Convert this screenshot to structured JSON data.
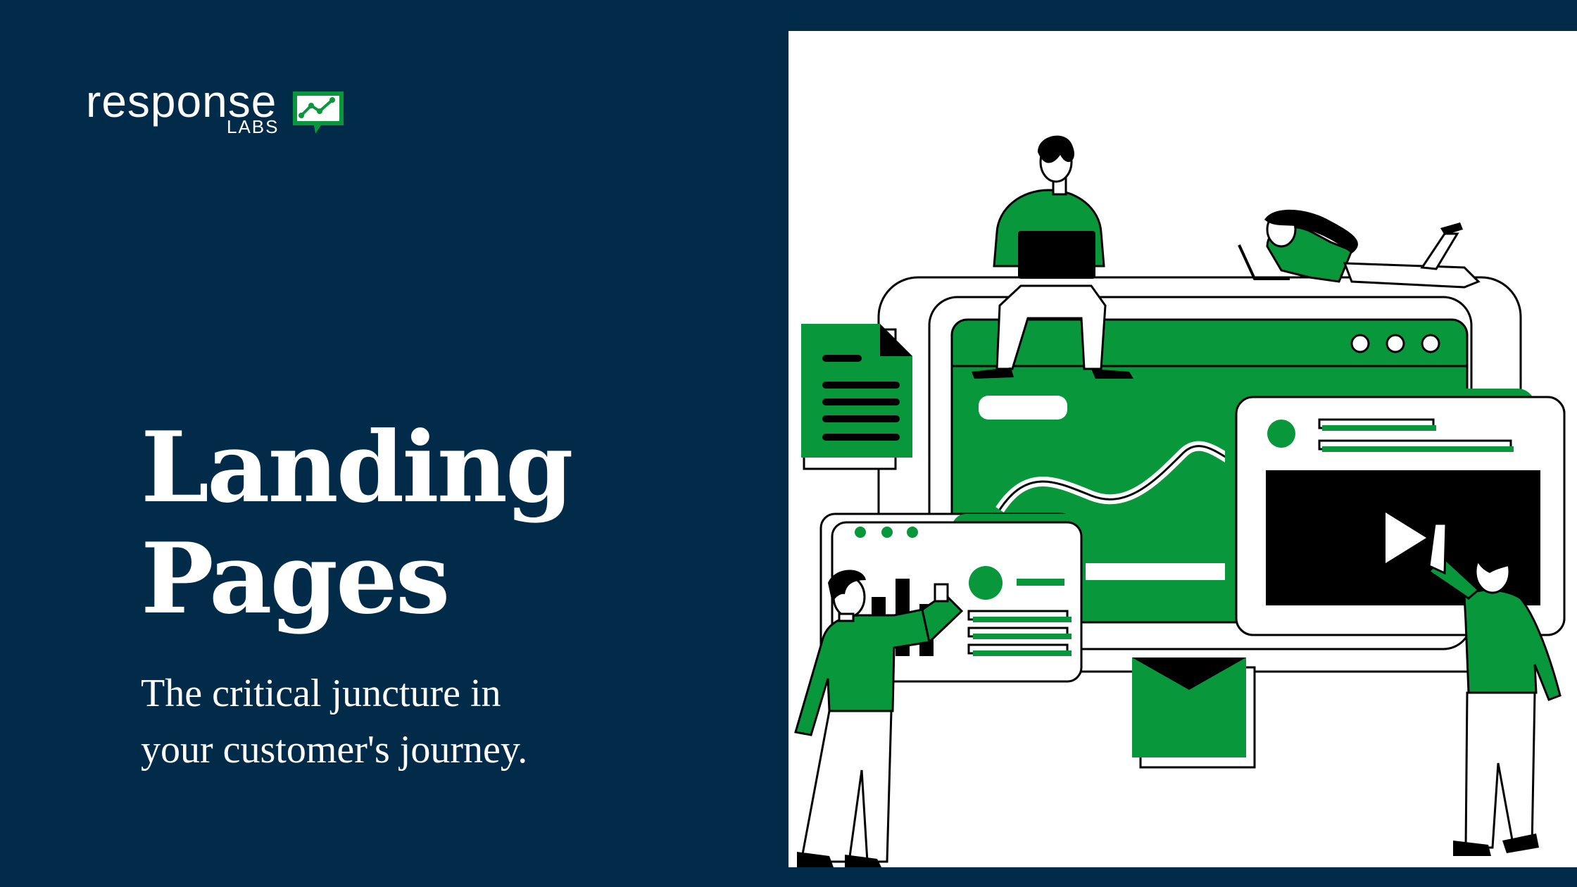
{
  "brand": {
    "name": "response",
    "sub": "LABS",
    "logo_icon": "chart-speech-bubble-icon"
  },
  "hero": {
    "title_line1": "Landing",
    "title_line2": "Pages",
    "tagline_line1": "The critical juncture in",
    "tagline_line2": "your customer's journey."
  },
  "illustration": {
    "description_icon": "web-team-illustration",
    "play_icon": "play-icon",
    "mail_icon": "envelope-icon",
    "document_icon": "document-icon"
  },
  "colors": {
    "background": "#022b4a",
    "accent": "#08973a",
    "ink": "#000000",
    "canvas": "#ffffff"
  }
}
